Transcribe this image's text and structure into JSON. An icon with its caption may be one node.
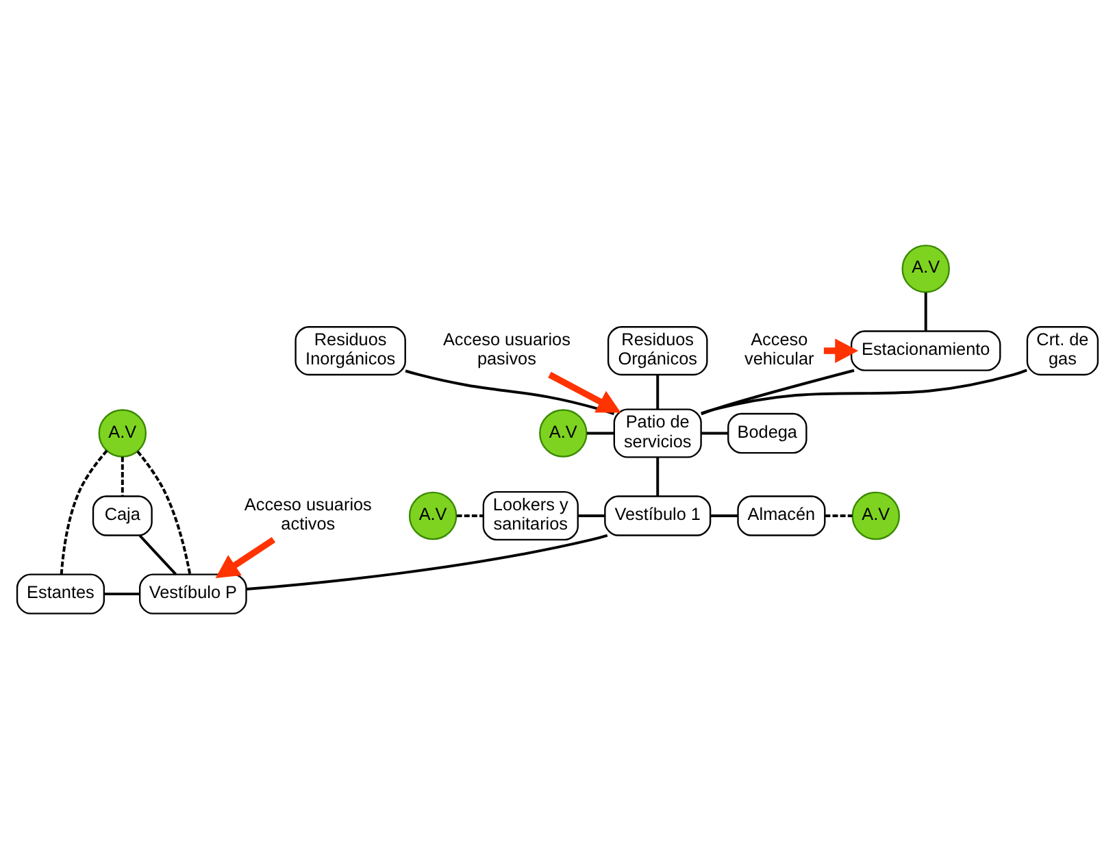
{
  "diagram": {
    "nodes": [
      {
        "text": [
          "Residuos Inorgánicos"
        ]
      },
      {
        "text": [
          "Acceso usuarios pasivos"
        ]
      },
      {
        "text": [
          "Residuos Orgánicos"
        ]
      },
      {
        "text": [
          "A.V"
        ]
      },
      {
        "text": [
          "Estacionamiento"
        ]
      },
      {
        "text": [
          "Crt. de gas"
        ]
      },
      {
        "text": [
          "Acceso vehicular"
        ]
      },
      {
        "text": [
          "A.V"
        ]
      },
      {
        "text": [
          "Patio de servicios"
        ]
      },
      {
        "text": [
          "Bodega"
        ]
      },
      {
        "text": [
          "A.V"
        ]
      },
      {
        "text": [
          "Lookers y sanitarios"
        ]
      },
      {
        "text": [
          "Vestíbulo 1"
        ]
      },
      {
        "text": [
          "Almacén"
        ]
      },
      {
        "text": [
          "A.V"
        ]
      },
      {
        "text": [
          "A.V"
        ]
      },
      {
        "text": [
          "Caja"
        ]
      },
      {
        "text": [
          "Estantes"
        ]
      },
      {
        "text": [
          "Vestíbulo P"
        ]
      },
      {
        "text": [
          "Acceso usuarios activos"
        ]
      }
    ],
    "edges": [
      {
        "from": 3,
        "to": 4,
        "arrow": "none"
      },
      {
        "from": 6,
        "to": 4,
        "arrow": "to",
        "style": "thick",
        "color": "#ff3300"
      },
      {
        "from": 0,
        "to": 8,
        "arrow": "none"
      },
      {
        "from": 1,
        "to": 8,
        "arrow": "to",
        "style": "thick",
        "color": "#ff3300"
      },
      {
        "from": 2,
        "to": 8,
        "arrow": "none"
      },
      {
        "from": 4,
        "to": 8,
        "arrow": "none"
      },
      {
        "from": 5,
        "to": 8,
        "arrow": "none"
      },
      {
        "from": 7,
        "to": 8,
        "arrow": "none"
      },
      {
        "from": 8,
        "to": 9,
        "arrow": "none"
      },
      {
        "from": 8,
        "to": 12,
        "arrow": "none"
      },
      {
        "from": 10,
        "to": 11,
        "arrow": "none",
        "style": "dashed"
      },
      {
        "from": 11,
        "to": 12,
        "arrow": "none"
      },
      {
        "from": 12,
        "to": 13,
        "arrow": "none"
      },
      {
        "from": 13,
        "to": 14,
        "arrow": "none",
        "style": "dashed"
      },
      {
        "from": 12,
        "to": 18,
        "arrow": "none"
      },
      {
        "from": 15,
        "to": 16,
        "arrow": "none",
        "style": "dashed"
      },
      {
        "from": 15,
        "to": 18,
        "arrow": "none",
        "style": "dashed"
      },
      {
        "from": 15,
        "to": 17,
        "arrow": "none",
        "style": "dashed"
      },
      {
        "from": 16,
        "to": 18,
        "arrow": "none"
      },
      {
        "from": 17,
        "to": 18,
        "arrow": "none"
      },
      {
        "from": 19,
        "to": 18,
        "arrow": "to",
        "style": "thick",
        "color": "#ff3300"
      }
    ]
  }
}
